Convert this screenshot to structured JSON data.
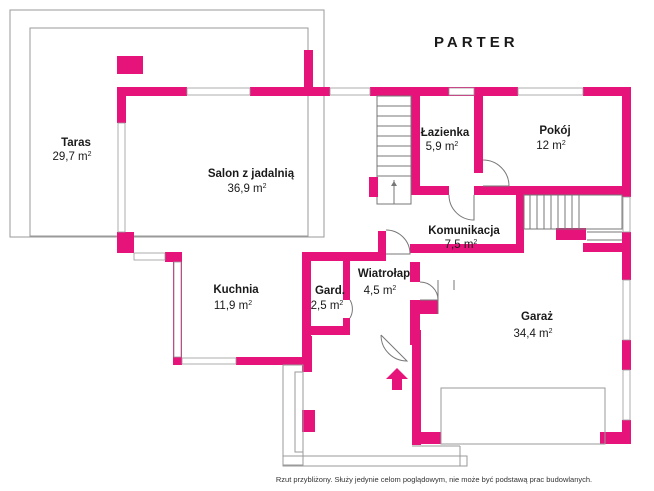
{
  "title": "PARTER",
  "note": "Rzut przybliżony. Służy jedynie celom poglądowym, nie może być podstawą prac budowlanych.",
  "area_unit": "m",
  "area_exp": "2",
  "colors": {
    "wall": "#e5137a",
    "line": "#9a9a9a"
  },
  "rooms": [
    {
      "name": "Taras",
      "area": "29,7 m"
    },
    {
      "name": "Salon z jadalnią",
      "area": "36,9 m"
    },
    {
      "name": "Łazienka",
      "area": "5,9 m"
    },
    {
      "name": "Pokój",
      "area": "12 m"
    },
    {
      "name": "Komunikacja",
      "area": "7,5 m"
    },
    {
      "name": "Wiatrołap",
      "area": "4,5 m"
    },
    {
      "name": "Kuchnia",
      "area": "11,9 m"
    },
    {
      "name": "Gard.",
      "area": "2,5 m"
    },
    {
      "name": "Garaż",
      "area": "34,4 m"
    }
  ],
  "entrance_icon": "entrance-arrow-icon"
}
